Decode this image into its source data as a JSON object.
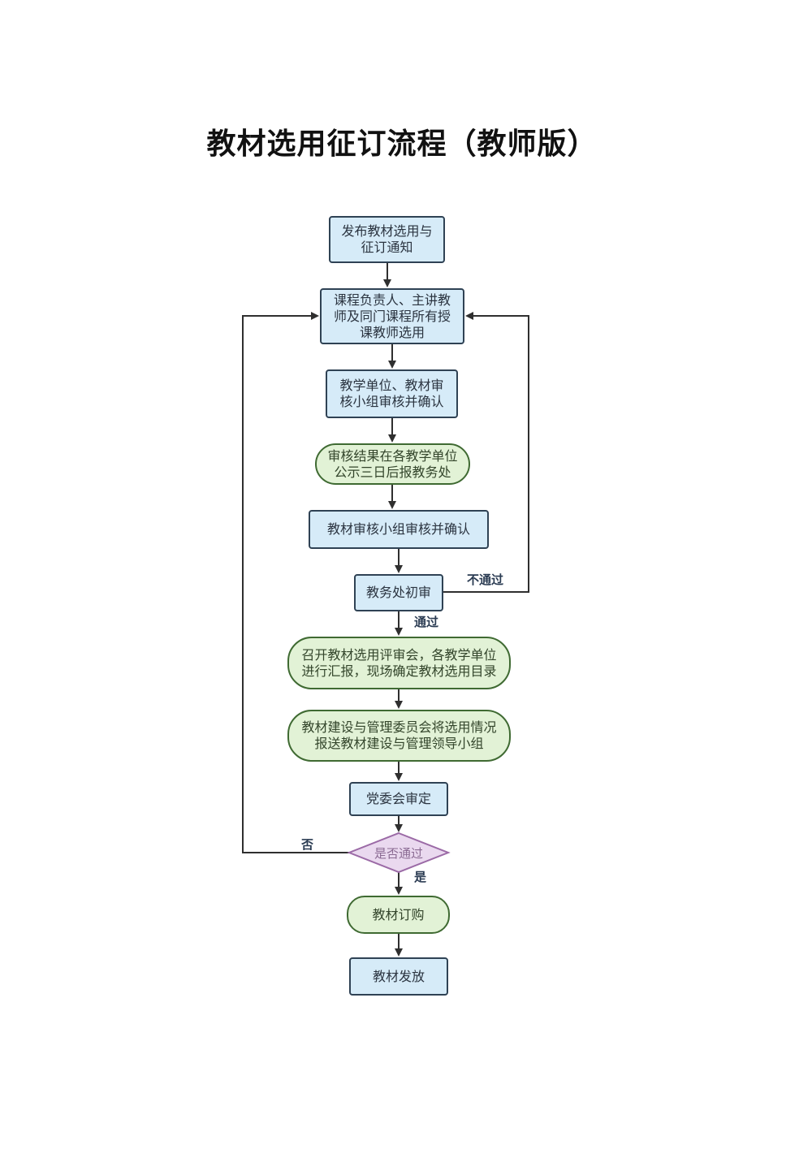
{
  "title": "教材选用征订流程（教师版）",
  "nodes": {
    "n1": "发布教材选用与\n征订通知",
    "n2": "课程负责人、主讲教\n师及同门课程所有授\n课教师选用",
    "n3": "教学单位、教材审\n核小组审核并确认",
    "n4": "审核结果在各教学单位\n公示三日后报教务处",
    "n5": "教材审核小组审核并确认",
    "n6": "教务处初审",
    "n7": "召开教材选用评审会，各教学单位\n进行汇报，现场确定教材选用目录",
    "n8": "教材建设与管理委员会将选用情况\n报送教材建设与管理领导小组",
    "n9": "党委会审定",
    "n10": "是否通过",
    "n11": "教材订购",
    "n12": "教材发放"
  },
  "edge_labels": {
    "fail": "不通过",
    "pass": "通过",
    "no": "否",
    "yes": "是"
  },
  "colors": {
    "blue_fill": "#d6ebf8",
    "green_fill": "#e2f2d6",
    "diamond_fill": "#ead9ef",
    "line": "#2f2f2f"
  }
}
